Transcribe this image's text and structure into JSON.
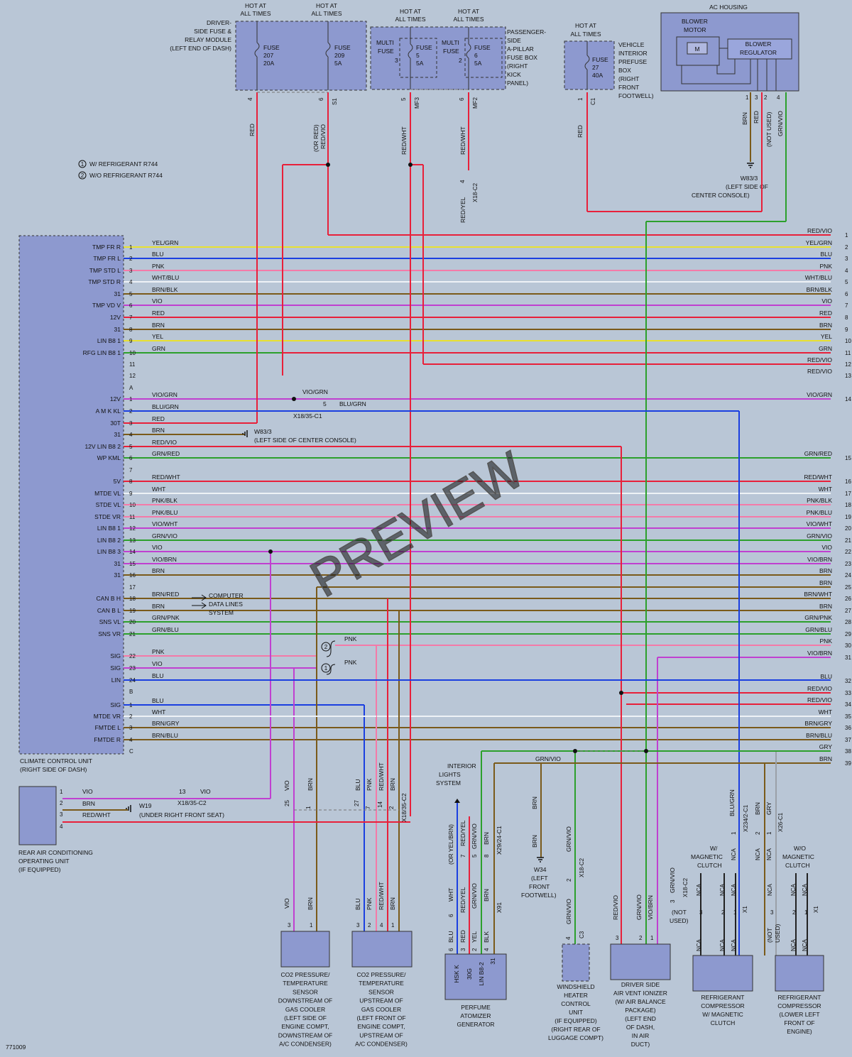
{
  "diagram_id": "771009",
  "watermark": "PREVIEW",
  "legend": [
    {
      "num": "1",
      "text": "W/ REFRIGERANT R744"
    },
    {
      "num": "2",
      "text": "W/O REFRIGERANT R744"
    }
  ],
  "top_modules": {
    "driver_fuse": {
      "hot": [
        "HOT AT",
        "ALL TIMES"
      ],
      "name": [
        "DRIVER-",
        "SIDE FUSE &",
        "RELAY MODULE",
        "(LEFT END OF DASH)"
      ],
      "fuse_a": [
        "FUSE",
        "207",
        "20A"
      ],
      "fuse_b": [
        "FUSE",
        "209",
        "5A"
      ],
      "pin_a": "4",
      "pin_b": "6",
      "pin_b_conn": "S1",
      "wire_a": "RED",
      "wire_b": [
        "(OR RED)",
        "RED/VIO"
      ]
    },
    "pass_fuse": {
      "name": [
        "PASSENGER-",
        "SIDE",
        "A-PILLAR",
        "FUSE BOX",
        "(RIGHT",
        "KICK",
        "PANEL)"
      ],
      "mf_a": [
        "MULTI",
        "FUSE",
        "3"
      ],
      "mf_b": [
        "MULTI",
        "FUSE",
        "2"
      ],
      "fuse_a": [
        "FUSE",
        "5",
        "5A"
      ],
      "fuse_b": [
        "FUSE",
        "6",
        "5A"
      ],
      "pin_a": "5",
      "pin_a_conn": "MF3",
      "pin_b": "6",
      "pin_b_conn": "MF2",
      "wire_a": "RED/WHT",
      "wire_b": "RED/WHT",
      "conn_x18": "X18-C2",
      "conn_pin": "4",
      "wire_c": "RED/YEL"
    },
    "prefuse": {
      "name": [
        "VEHICLE",
        "INTERIOR",
        "PREFUSE",
        "BOX",
        "(RIGHT",
        "FRONT",
        "FOOTWELL)"
      ],
      "fuse": [
        "FUSE",
        "27",
        "40A"
      ],
      "pin": "1",
      "pin_conn": "C1",
      "wire": "RED"
    },
    "ac_housing": {
      "name": "AC HOUSING",
      "blower_motor": [
        "BLOWER",
        "MOTOR"
      ],
      "motor_glyph": "M",
      "blower_reg": [
        "BLOWER",
        "REGULATOR"
      ],
      "pins": [
        "1",
        "3",
        "2",
        "4"
      ],
      "wires": [
        "BRN",
        "RED",
        "(NOT USED)",
        "GRN/VIO"
      ],
      "ground": [
        "W83/3",
        "(LEFT SIDE OF",
        "CENTER CONSOLE)"
      ]
    },
    "vert_wires": [
      "RED/VIO",
      "RED/VIO",
      "RED/WHT",
      "RED/VIO",
      "RED/YEL",
      "X18-C2"
    ]
  },
  "ccu": {
    "name": [
      "CLIMATE CONTROL UNIT",
      "(RIGHT SIDE OF DASH)"
    ],
    "rows": [
      {
        "label": "TMP FR R",
        "pin": "1",
        "wire": "YEL/GRN"
      },
      {
        "label": "TMP FR L",
        "pin": "2",
        "wire": "BLU"
      },
      {
        "label": "TMP STD L",
        "pin": "3",
        "wire": "PNK"
      },
      {
        "label": "TMP STD R",
        "pin": "4",
        "wire": "WHT/BLU"
      },
      {
        "label": "31",
        "pin": "5",
        "wire": "BRN/BLK"
      },
      {
        "label": "TMP VD V",
        "pin": "6",
        "wire": "VIO"
      },
      {
        "label": "12V",
        "pin": "7",
        "wire": "RED"
      },
      {
        "label": "31",
        "pin": "8",
        "wire": "BRN"
      },
      {
        "label": "LIN B8 1",
        "pin": "9",
        "wire": "YEL"
      },
      {
        "label": "RFG LIN B8 1",
        "pin": "10",
        "wire": "GRN"
      },
      {
        "label": "",
        "pin": "11",
        "wire": ""
      },
      {
        "label": "",
        "pin": "12",
        "wire": ""
      },
      {
        "label": "",
        "pin": "A",
        "wire": ""
      },
      {
        "label": "12V",
        "pin": "1",
        "wire": "VIO/GRN"
      },
      {
        "label": "A M K KL",
        "pin": "2",
        "wire": "BLU/GRN"
      },
      {
        "label": "30T",
        "pin": "3",
        "wire": "RED"
      },
      {
        "label": "31",
        "pin": "4",
        "wire": "BRN"
      },
      {
        "label": "12V LIN B8 2",
        "pin": "5",
        "wire": "RED/VIO"
      },
      {
        "label": "WP KML",
        "pin": "6",
        "wire": "GRN/RED"
      },
      {
        "label": "",
        "pin": "7",
        "wire": ""
      },
      {
        "label": "5V",
        "pin": "8",
        "wire": "RED/WHT"
      },
      {
        "label": "MTDE VL",
        "pin": "9",
        "wire": "WHT"
      },
      {
        "label": "STDE VL",
        "pin": "10",
        "wire": "PNK/BLK"
      },
      {
        "label": "STDE VR",
        "pin": "11",
        "wire": "PNK/BLU"
      },
      {
        "label": "LIN B8 1",
        "pin": "12",
        "wire": "VIO/WHT"
      },
      {
        "label": "LIN B8 2",
        "pin": "13",
        "wire": "GRN/VIO"
      },
      {
        "label": "LIN B8 3",
        "pin": "14",
        "wire": "VIO"
      },
      {
        "label": "31",
        "pin": "15",
        "wire": "VIO/BRN"
      },
      {
        "label": "31",
        "pin": "16",
        "wire": "BRN"
      },
      {
        "label": "",
        "pin": "17",
        "wire": ""
      },
      {
        "label": "CAN B H",
        "pin": "18",
        "wire": "BRN/RED"
      },
      {
        "label": "CAN B L",
        "pin": "19",
        "wire": "BRN"
      },
      {
        "label": "SNS VL",
        "pin": "20",
        "wire": "GRN/PNK"
      },
      {
        "label": "SNS VR",
        "pin": "21",
        "wire": "GRN/BLU"
      },
      {
        "label": "SIG",
        "pin": "22",
        "wire": "PNK"
      },
      {
        "label": "SIG",
        "pin": "23",
        "wire": "VIO"
      },
      {
        "label": "LIN",
        "pin": "24",
        "wire": "BLU"
      },
      {
        "label": "",
        "pin": "B",
        "wire": ""
      },
      {
        "label": "SIG",
        "pin": "1",
        "wire": "BLU"
      },
      {
        "label": "MTDE VR",
        "pin": "2",
        "wire": "WHT"
      },
      {
        "label": "FMTDE L",
        "pin": "3",
        "wire": "BRN/GRY"
      },
      {
        "label": "FMTDE R",
        "pin": "4",
        "wire": "BRN/BLU"
      },
      {
        "label": "",
        "pin": "C",
        "wire": ""
      }
    ],
    "splice_vio_grn": "VIO/GRN",
    "x18_pin": "5",
    "x18_wire": "BLU/GRN",
    "x18_conn": "X18/35-C1",
    "gnd_a": "W83/3",
    "gnd_a_loc": "(LEFT SIDE OF CENTER CONSOLE)",
    "comp_data": [
      "COMPUTER",
      "DATA LINES",
      "SYSTEM"
    ],
    "pnk_a": "PNK",
    "pnk_b": "PNK"
  },
  "right_edge": [
    {
      "wire": "RED/VIO",
      "num": "1"
    },
    {
      "wire": "YEL/GRN",
      "num": "2"
    },
    {
      "wire": "BLU",
      "num": "3"
    },
    {
      "wire": "PNK",
      "num": "4"
    },
    {
      "wire": "WHT/BLU",
      "num": "5"
    },
    {
      "wire": "BRN/BLK",
      "num": "6"
    },
    {
      "wire": "VIO",
      "num": "7"
    },
    {
      "wire": "RED",
      "num": "8"
    },
    {
      "wire": "BRN",
      "num": "9"
    },
    {
      "wire": "YEL",
      "num": "10"
    },
    {
      "wire": "GRN",
      "num": "11"
    },
    {
      "wire": "RED/VIO",
      "num": "12"
    },
    {
      "wire": "RED/VIO",
      "num": "13"
    },
    {
      "wire": "VIO/GRN",
      "num": "14"
    },
    {
      "wire": "GRN/RED",
      "num": "15"
    },
    {
      "wire": "RED/WHT",
      "num": "16"
    },
    {
      "wire": "WHT",
      "num": "17"
    },
    {
      "wire": "PNK/BLK",
      "num": "18"
    },
    {
      "wire": "PNK/BLU",
      "num": "19"
    },
    {
      "wire": "VIO/WHT",
      "num": "20"
    },
    {
      "wire": "GRN/VIO",
      "num": "21"
    },
    {
      "wire": "VIO",
      "num": "22"
    },
    {
      "wire": "VIO/BRN",
      "num": "23"
    },
    {
      "wire": "BRN",
      "num": "24"
    },
    {
      "wire": "BRN",
      "num": "25"
    },
    {
      "wire": "BRN/WHT",
      "num": "26"
    },
    {
      "wire": "BRN",
      "num": "27"
    },
    {
      "wire": "GRN/PNK",
      "num": "28"
    },
    {
      "wire": "GRN/BLU",
      "num": "29"
    },
    {
      "wire": "PNK",
      "num": "30"
    },
    {
      "wire": "VIO/BRN",
      "num": "31"
    },
    {
      "wire": "BLU",
      "num": "32"
    },
    {
      "wire": "RED/VIO",
      "num": "33"
    },
    {
      "wire": "RED/VIO",
      "num": "34"
    },
    {
      "wire": "WHT",
      "num": "35"
    },
    {
      "wire": "BRN/GRY",
      "num": "36"
    },
    {
      "wire": "BRN/BLU",
      "num": "37"
    },
    {
      "wire": "GRY",
      "num": "38"
    },
    {
      "wire": "BRN",
      "num": "39"
    }
  ],
  "rear_unit": {
    "name": [
      "REAR AIR CONDITIONING",
      "OPERATING UNIT",
      "(IF EQUIPPED)"
    ],
    "pins": [
      "1",
      "2",
      "3",
      "4"
    ],
    "wires": [
      "VIO",
      "BRN",
      "RED/WHT"
    ],
    "conn_pin": "13",
    "conn_wire": "VIO",
    "conn": "X18/35-C2",
    "gnd": "W19",
    "gnd_loc": "(UNDER RIGHT FRONT SEAT)"
  },
  "lower_conn": {
    "pins": [
      "25",
      "1",
      "27",
      "7",
      "14",
      "2"
    ],
    "wires": [
      "VIO",
      "BRN",
      "BLU",
      "PNK",
      "RED/WHT",
      "BRN"
    ],
    "conn": "X18/35-C2"
  },
  "bottom": {
    "co2_down": {
      "name": [
        "CO2 PRESSURE/",
        "TEMPERATURE",
        "SENSOR",
        "DOWNSTREAM OF",
        "GAS COOLER",
        "(LEFT SIDE OF",
        "ENGINE COMPT,",
        "DOWNSTREAM OF",
        "A/C CONDENSER)"
      ],
      "pins": [
        "3",
        "1"
      ],
      "wires": [
        "VIO",
        "BRN"
      ]
    },
    "co2_up": {
      "name": [
        "CO2 PRESSURE/",
        "TEMPERATURE",
        "SENSOR",
        "UPSTREAM OF",
        "GAS COOLER",
        "(LEFT FRONT OF",
        "ENGINE COMPT,",
        "UPSTREAM OF",
        "A/C CONDENSER)"
      ],
      "pins": [
        "3",
        "2",
        "4",
        "1"
      ],
      "wires": [
        "BLU",
        "PNK",
        "RED/WHT",
        "BRN"
      ]
    },
    "perfume": {
      "name": [
        "PERFUME",
        "ATOMIZER",
        "GENERATOR"
      ],
      "inside": [
        "HSK K",
        "30G",
        "LIN B8-2",
        "31"
      ],
      "pins": [
        "6",
        "3",
        "2",
        "4"
      ],
      "pin_wires": [
        "BLU",
        "RED",
        "YEL",
        "BLK"
      ],
      "upper_pins": [
        "6",
        "7",
        "5",
        "8"
      ],
      "upper_wires": [
        "WHT",
        "RED/YEL",
        "GRN/VIO",
        "BRN"
      ],
      "upper_alt": "(OR YEL/BRN)",
      "conn_a": "X29/24-C1",
      "conn_b": "X91",
      "interior": [
        "INTERIOR",
        "LIGHTS",
        "SYSTEM"
      ],
      "alt_wire": "(OR YEL/BRN)",
      "alt_wire2": "RED/YEL"
    },
    "w34": {
      "wire_a": "BRN",
      "wire_b": "BRN",
      "name": [
        "W34",
        "(LEFT",
        "FRONT",
        "FOOTWELL)"
      ]
    },
    "windshield": {
      "name": [
        "WINDSHIELD",
        "HEATER",
        "CONTROL",
        "UNIT",
        "(IF EQUIPPED)",
        "(RIGHT REAR OF",
        "LUGGAGE COMPT)"
      ],
      "pin": "4",
      "pin_conn": "C3",
      "wire": "GRN/VIO",
      "upper_pin": "2",
      "upper_conn": "X18-C2",
      "upper_wire": "GRN/VIO"
    },
    "ionizer": {
      "name": [
        "DRIVER SIDE",
        "AIR VENT IONIZER",
        "(W/ AIR BALANCE",
        "PACKAGE)",
        "(LEFT END",
        "OF DASH,",
        "IN AIR",
        "DUCT)"
      ],
      "pins": [
        "3",
        "2",
        "1"
      ],
      "wires": [
        "RED/VIO",
        "GRN/VIO",
        "VIO/BRN"
      ],
      "nu_pin": "3",
      "nu_conn": "X18-C2",
      "nu_wire": "GRN/VIO",
      "not_used": [
        "(NOT",
        "USED)"
      ]
    },
    "grn_vio_top": "GRN/VIO",
    "comp_mag": {
      "name": [
        "REFRIGERANT",
        "COMPRESSOR",
        "W/ MAGNETIC",
        "CLUTCH"
      ],
      "header": [
        "W/",
        "MAGNETIC",
        "CLUTCH"
      ],
      "pins": [
        "3",
        "2",
        "1"
      ],
      "nca": [
        "NCA",
        "NCA",
        "NCA",
        "NCA"
      ],
      "x1": "X1"
    },
    "comp_nomag": {
      "name": [
        "REFRIGERANT",
        "COMPRESSOR",
        "(LOWER LEFT",
        "FRONT OF",
        "ENGINE)"
      ],
      "header": [
        "W/O",
        "MAGNETIC",
        "CLUTCH"
      ],
      "pins": [
        "3",
        "2",
        "1"
      ],
      "nca": [
        "NCA",
        "NCA",
        "NCA",
        "NCA"
      ],
      "x1": "X1",
      "not_used": [
        "(NOT",
        "USED)"
      ]
    },
    "x234": {
      "pins": [
        "1",
        "2"
      ],
      "wires": [
        "BLU/GRN",
        "BRN"
      ],
      "conn": "X234/2-C1",
      "nca": [
        "NCA",
        "NCA"
      ]
    },
    "x26": {
      "pin": "1",
      "wire": "GRY",
      "conn": "X26-C1",
      "nca": "NCA"
    }
  }
}
